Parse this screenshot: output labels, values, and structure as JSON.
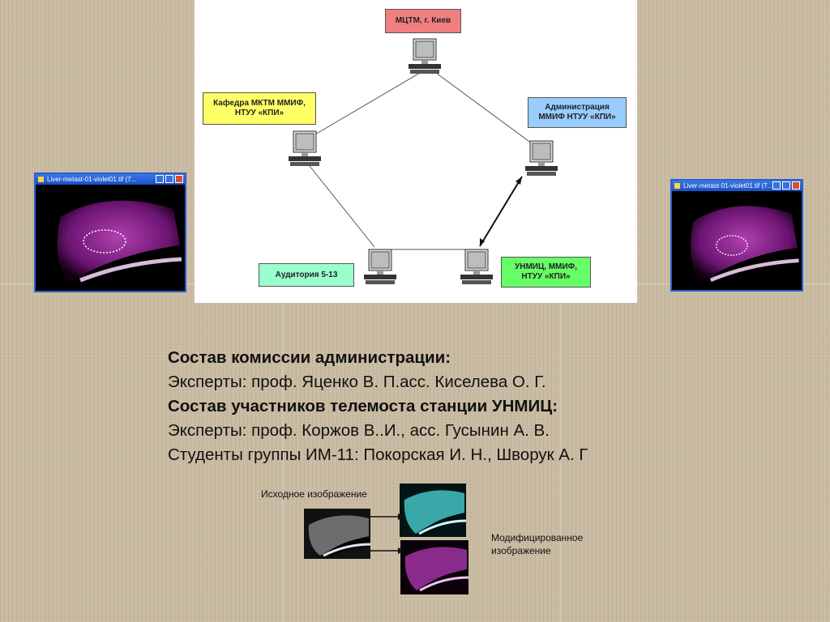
{
  "diagram": {
    "nodes": {
      "kyiv": "МЦТМ, г. Киев",
      "department": "Кафедра МКТМ  ММИФ, НТУУ «КПИ»",
      "administration": "Администрация ММИФ НТУУ «КПИ»",
      "auditorium": "Аудитория 5-13",
      "unmic": "УНМИЦ, ММИФ, НТУУ «КПИ»"
    }
  },
  "windows": {
    "left_title": "Liver-metast-01-violet01.tif (7...",
    "right_title": "Liver-metast-01-violet01.tif (7..."
  },
  "text": {
    "commission_heading": "Состав комиссии администрации:",
    "commission_experts": "Эксперты: проф. Яценко В. П.асс. Киселева О. Г.",
    "participants_heading": "Состав участников телемоста станции УНМИЦ:",
    "participants_experts": "Эксперты:  проф. Коржов В..И., асс. Гусынин А. В.",
    "students": "Студенты группы ИМ-11: Покорская И. Н., Шворук А. Г"
  },
  "captions": {
    "source": "Исходное изображение",
    "modified_line1": "Модифицированное",
    "modified_line2": "изображение"
  },
  "colors": {
    "kyiv": "#f08080",
    "department": "#ffff66",
    "administration": "#99ccff",
    "auditorium": "#99ffcc",
    "unmic": "#66ff66"
  }
}
